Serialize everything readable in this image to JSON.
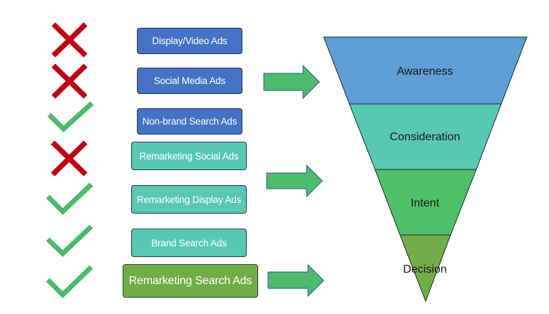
{
  "colors": {
    "cross": "#c00015",
    "check": "#4cbb6c",
    "box_blue": "#4472c4",
    "box_teal": "#58c8b5",
    "box_green": "#70ad47",
    "arrow": "#4cbb6c",
    "arrow_outline": "#2f5597",
    "awareness": "#5f9ed6",
    "consideration": "#58c8b5",
    "intent": "#4fbf6a",
    "decision": "#72ad4a"
  },
  "ad_channels": [
    {
      "label": "Display/Video Ads",
      "status": "cross",
      "status_icon": "cross-icon",
      "color_group": "blue"
    },
    {
      "label": "Social Media Ads",
      "status": "cross",
      "status_icon": "cross-icon",
      "color_group": "blue"
    },
    {
      "label": "Non-brand Search Ads",
      "status": "check",
      "status_icon": "checkmark-icon",
      "color_group": "blue"
    },
    {
      "label": "Remarketing Social Ads",
      "status": "cross",
      "status_icon": "cross-icon",
      "color_group": "teal"
    },
    {
      "label": "Remarketing Display Ads",
      "status": "check",
      "status_icon": "checkmark-icon",
      "color_group": "teal"
    },
    {
      "label": "Brand Search Ads",
      "status": "check",
      "status_icon": "checkmark-icon",
      "color_group": "teal"
    },
    {
      "label": "Remarketing Search Ads",
      "status": "check",
      "status_icon": "checkmark-icon",
      "color_group": "green"
    }
  ],
  "funnel": {
    "stages": [
      {
        "label": "Awareness"
      },
      {
        "label": "Consideration"
      },
      {
        "label": "Intent"
      },
      {
        "label": "Decision"
      }
    ]
  },
  "arrows": [
    {
      "from_group": "blue",
      "to_stage": "Awareness"
    },
    {
      "from_group": "teal",
      "to_stage": "Intent"
    },
    {
      "from_group": "green",
      "to_stage": "Decision"
    }
  ]
}
